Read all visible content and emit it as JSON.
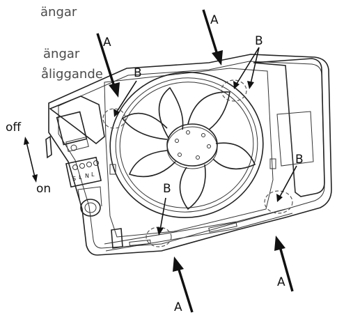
{
  "side_text": {
    "line1": "ängar",
    "line2": "ängar",
    "line3": "åliggande"
  },
  "labels": {
    "a": "A",
    "b": "B",
    "off": "off",
    "on": "on"
  },
  "terminal_labels": [
    "S",
    "L",
    "N",
    "L"
  ],
  "colors": {
    "ink": "#111111",
    "side_text": "#4a4a4a"
  }
}
